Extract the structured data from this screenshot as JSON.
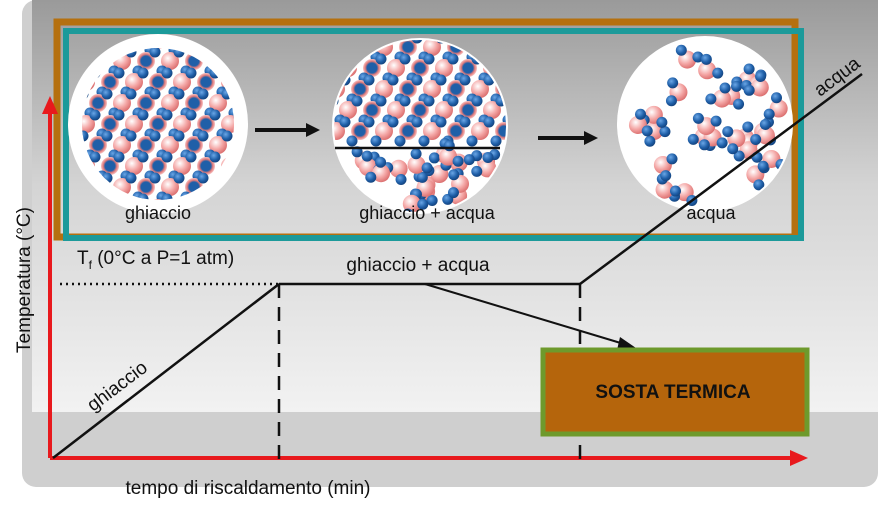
{
  "diagram": {
    "y_axis_label": "Temperatura (°C)",
    "x_axis_label": "tempo di riscaldamento (min)",
    "tf_symbol": "T",
    "tf_subscript": "f",
    "tf_rest": " (0°C a  P=1 atm)",
    "segment_ice_label": "ghiaccio",
    "segment_plateau_label": "ghiaccio + acqua",
    "segment_water_label": "acqua",
    "callout_label": "SOSTA TERMICA",
    "panel_labels": [
      "ghiaccio",
      "ghiaccio + acqua",
      "acqua"
    ]
  },
  "colors": {
    "axis_red": "#e8191d",
    "outer_frame_brown": "#b5700f",
    "inner_frame_teal": "#1c9a9a",
    "callout_fill": "#b5650c",
    "callout_border": "#6e9a2c",
    "oxygen_pink": "#f4a7a6",
    "hydrogen_blue": "#1f5fa8"
  }
}
